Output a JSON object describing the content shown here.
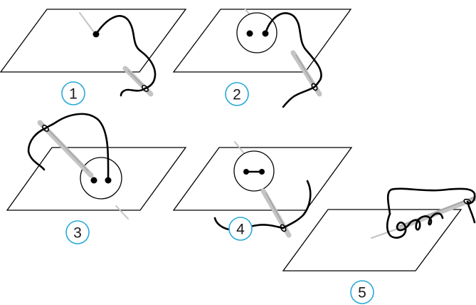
{
  "steps": [
    {
      "number": "1"
    },
    {
      "number": "2"
    },
    {
      "number": "3"
    },
    {
      "number": "4"
    },
    {
      "number": "5"
    }
  ],
  "colors": {
    "step_circle_stroke": "#27a9d6",
    "needle": "#c4c4c4",
    "thread": "#000000"
  }
}
